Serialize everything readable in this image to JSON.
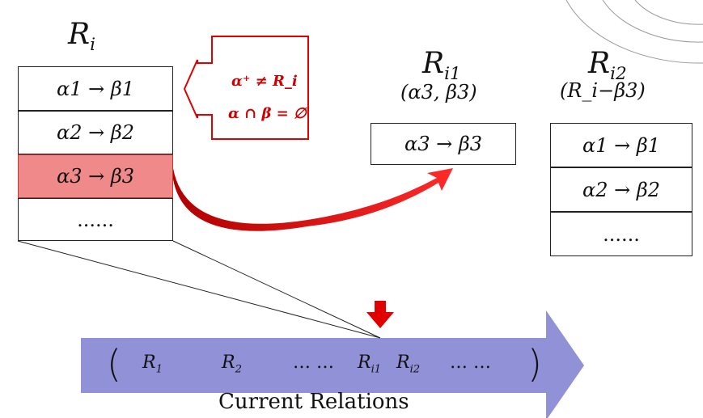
{
  "relation": {
    "title": "R_i",
    "dependencies": [
      "α1 → β1",
      "α2 → β2",
      "α3 → β3",
      "......"
    ],
    "highlighted_index": 2
  },
  "callout": {
    "line1": "α⁺ ≠ R_i",
    "line2": "α ∩ β = ∅"
  },
  "ri1": {
    "title": "R_i1",
    "attributes": "(α3, β3)",
    "dependencies": [
      "α3 → β3"
    ]
  },
  "ri2": {
    "title": "R_i2",
    "attributes": "(R_i−β3)",
    "dependencies": [
      "α1 → β1",
      "α2 → β2",
      "......"
    ]
  },
  "band": {
    "items": [
      "R1",
      "R2",
      "… …",
      "R_i1",
      "R_i2",
      "… …"
    ],
    "caption": "Current Relations"
  },
  "colors": {
    "highlight_fill": "#f08a8a",
    "accent_red": "#e00000",
    "band_fill": "#8b8bd6"
  }
}
